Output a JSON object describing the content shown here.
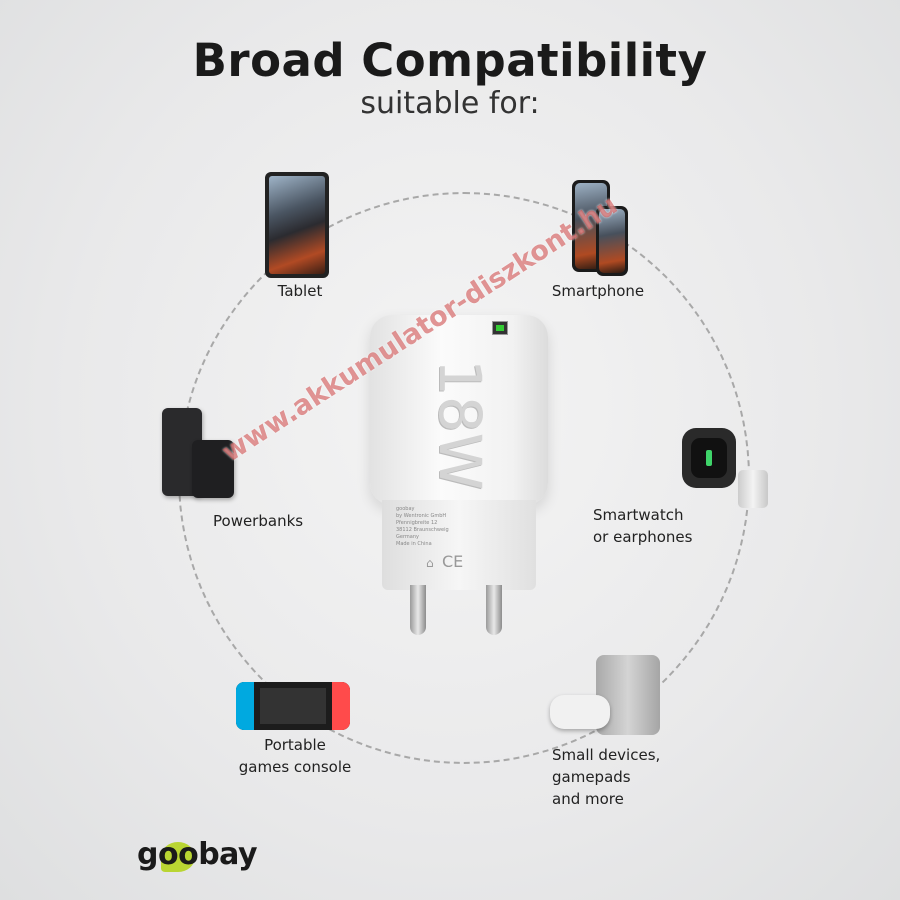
{
  "header": {
    "title": "Broad Compatibility",
    "subtitle": "suitable for:"
  },
  "devices": [
    {
      "label": "Tablet"
    },
    {
      "label": "Smartphone"
    },
    {
      "label": "Powerbanks"
    },
    {
      "label_lines": [
        "Smartwatch",
        "or earphones"
      ]
    },
    {
      "label_lines": [
        "Portable",
        "games console"
      ]
    },
    {
      "label_lines": [
        "Small devices,",
        "gamepads",
        "and more"
      ]
    }
  ],
  "charger": {
    "wattage": "18W",
    "label_lines": [
      "goobay",
      "by Wentronic GmbH",
      "Pfennigbreite 12",
      "38112 Braunschweig",
      "Germany",
      "Made in China"
    ],
    "ce_mark": "CE"
  },
  "watermark": "www.akkumulator-diszkont.hu",
  "brand": {
    "logo_text": "goobay",
    "accent_color": "#b9d532"
  }
}
